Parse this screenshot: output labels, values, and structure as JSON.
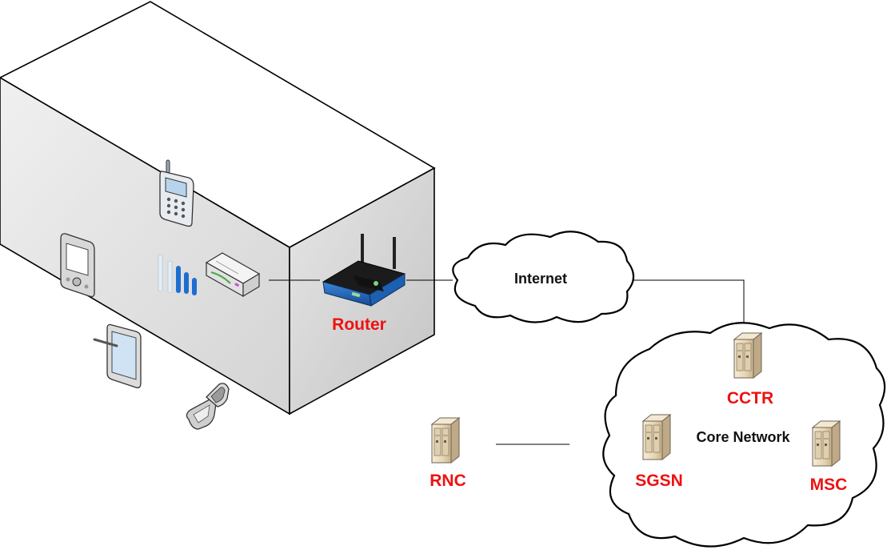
{
  "labels": {
    "router": "Router",
    "internet": "Internet",
    "cctr": "CCTR",
    "core_network": "Core Network",
    "sgsn": "SGSN",
    "msc": "MSC",
    "rnc": "RNC"
  },
  "icons": {
    "mobile_phone": "mobile-phone-icon",
    "pda": "pda-icon",
    "tablet": "tablet-icon",
    "flip_phone": "flip-phone-icon",
    "signal_bars": "signal-strength-icon",
    "femtocell": "femtocell-icon",
    "router": "wireless-router-icon",
    "server": "server-icon",
    "cloud": "cloud-icon"
  },
  "colors": {
    "label_red": "#ee1111",
    "building_front": "#dcdcdc",
    "building_top": "#ffffff",
    "building_side": "#c9c9c9",
    "router_blue": "#1d5fb0",
    "server_beige": "#eadcc2"
  }
}
